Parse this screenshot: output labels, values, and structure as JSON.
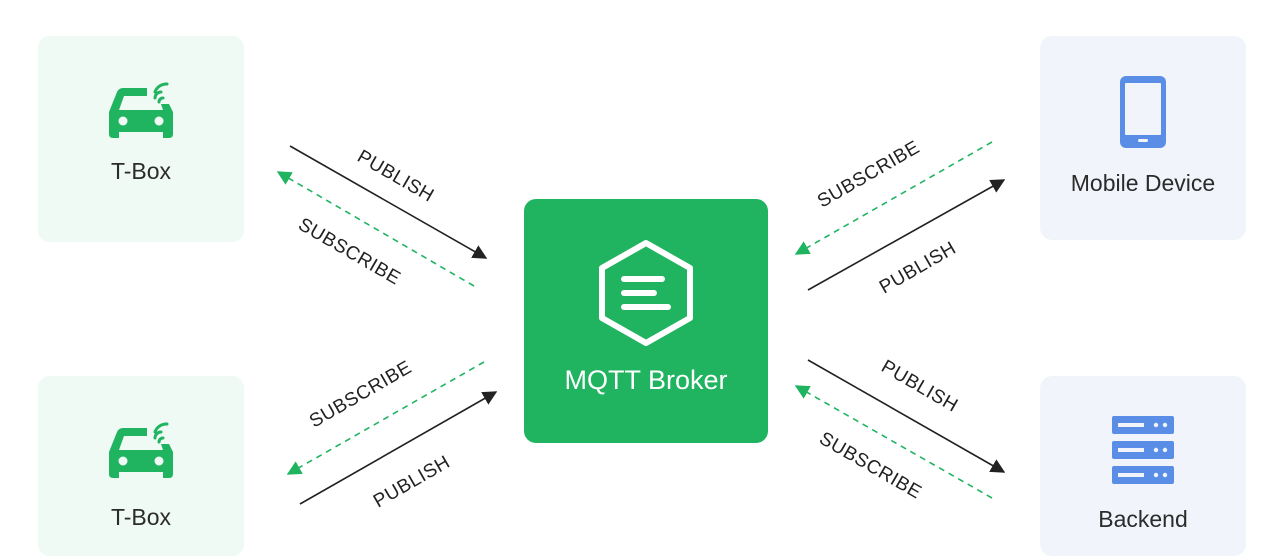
{
  "nodes": {
    "tbox_top": {
      "label": "T-Box",
      "icon": "car-connected-icon"
    },
    "mobile": {
      "label": "Mobile Device",
      "icon": "smartphone-icon"
    },
    "broker": {
      "label": "MQTT Broker",
      "icon": "emqx-hexagon-icon"
    },
    "tbox_bottom": {
      "label": "T-Box",
      "icon": "car-connected-icon"
    },
    "backend": {
      "label": "Backend",
      "icon": "server-icon"
    }
  },
  "edges": {
    "publish": "PUBLISH",
    "subscribe": "SUBSCRIBE"
  },
  "colors": {
    "brand_green": "#20b461",
    "client_bg": "#effaf4",
    "server_bg": "#f1f5fb",
    "server_icon": "#5a8ee6",
    "publish_line": "#222222",
    "subscribe_line": "#20b461"
  }
}
